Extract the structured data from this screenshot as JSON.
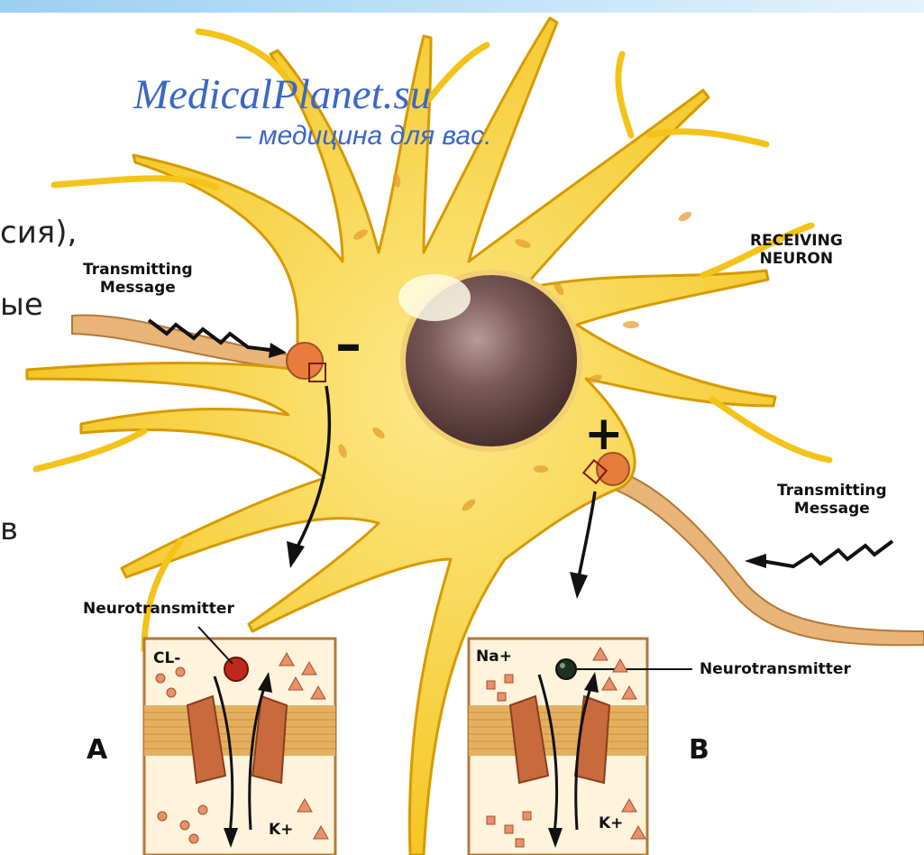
{
  "watermark": {
    "site": "MedicalPlanet.su",
    "tagline": "– медицина для вас."
  },
  "slide_text_fragments": [
    "сия),",
    "ые",
    "в"
  ],
  "labels": {
    "receiving_neuron": "RECEIVING\nNEURON",
    "transmitting_left": "Transmitting\nMessage",
    "transmitting_right": "Transmitting\nMessage",
    "neurotransmitter_a": "Neurotransmitter",
    "neurotransmitter_b": "Neurotransmitter",
    "minus_sign": "–",
    "plus_sign": "+"
  },
  "panels": {
    "a": {
      "letter": "A",
      "ion_top": "CL-",
      "ion_bottom": "K+"
    },
    "b": {
      "letter": "B",
      "ion_top": "Na+",
      "ion_bottom": "K+"
    }
  },
  "colors": {
    "neuron_body": "#f6cc1c",
    "neuron_light": "#fbe880",
    "neuron_edge": "#d69a00",
    "nucleus": "#6a4c4a",
    "axon": "#e8b477",
    "channel_block": "#c86a3c",
    "membrane": "#e4b060",
    "panel_bg": "#fff3dc",
    "panel_border": "#b07a3a",
    "neurotransmitter_a": "#c0281c",
    "neurotransmitter_b": "#1f2f22",
    "watermark": "#3b67c4"
  }
}
